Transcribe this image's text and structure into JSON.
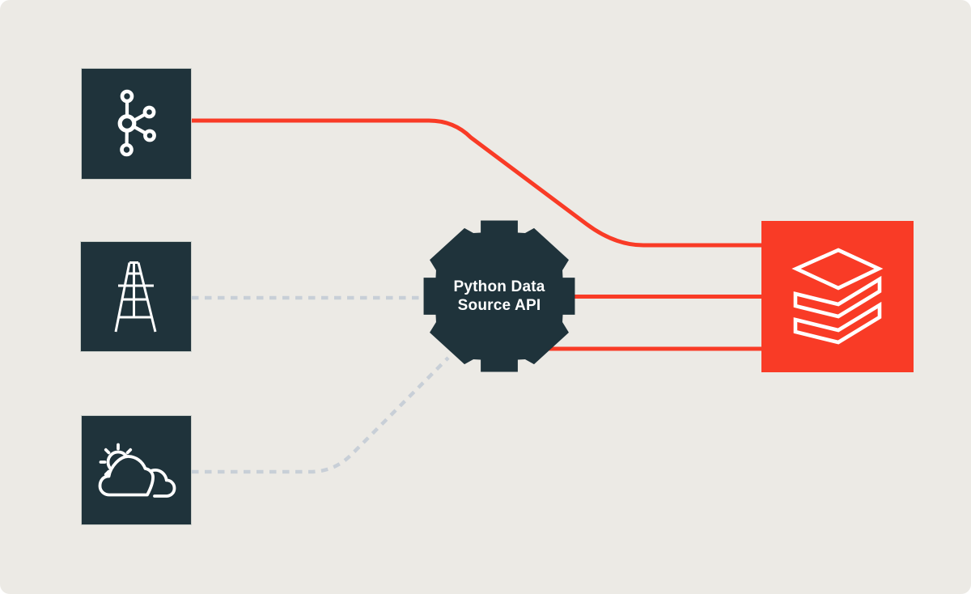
{
  "colors": {
    "canvas_bg": "#eceae5",
    "node_dark": "#1f333b",
    "accent_red": "#f93b26",
    "dash_gray": "#c8cfd7",
    "icon_white": "#ffffff"
  },
  "processor": {
    "shape": "gear",
    "label_line1": "Python Data",
    "label_line2": "Source API"
  },
  "nodes": {
    "sources": [
      {
        "id": "kafka",
        "icon": "kafka-logo"
      },
      {
        "id": "oil-rig",
        "icon": "oil-derrick-icon"
      },
      {
        "id": "weather",
        "icon": "sun-cloud-icon"
      }
    ],
    "target": {
      "id": "databricks",
      "icon": "databricks-logo"
    }
  },
  "connections": [
    {
      "from": "kafka",
      "to": "databricks",
      "style": "solid-red"
    },
    {
      "from": "processor",
      "to": "databricks",
      "style": "solid-red"
    },
    {
      "from": "processor",
      "to": "databricks",
      "style": "solid-red"
    },
    {
      "from": "oil-rig",
      "to": "processor",
      "style": "dashed-gray"
    },
    {
      "from": "weather",
      "to": "processor",
      "style": "dashed-gray"
    }
  ]
}
